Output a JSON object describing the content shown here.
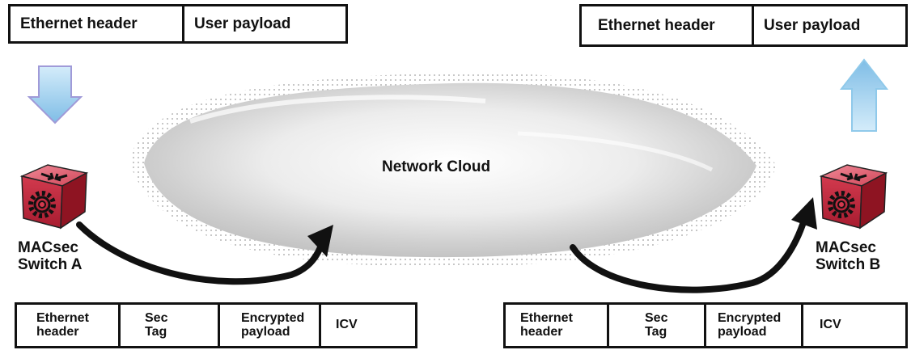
{
  "cloud": {
    "label": "Network Cloud"
  },
  "switch_a": {
    "label_line1": "MACsec",
    "label_line2": "Switch A"
  },
  "switch_b": {
    "label_line1": "MACsec",
    "label_line2": "Switch B"
  },
  "frame_plain_left": {
    "fields": [
      "Ethernet header",
      "User payload"
    ]
  },
  "frame_plain_right": {
    "fields": [
      "Ethernet header",
      "User payload"
    ]
  },
  "frame_secured_left": {
    "fields": [
      {
        "line1": "Ethernet",
        "line2": "header"
      },
      {
        "line1": "Sec",
        "line2": "Tag"
      },
      {
        "line1": "Encrypted",
        "line2": "payload"
      },
      {
        "line1": "ICV",
        "line2": ""
      }
    ]
  },
  "frame_secured_right": {
    "fields": [
      {
        "line1": "Ethernet",
        "line2": "header"
      },
      {
        "line1": "Sec",
        "line2": "Tag"
      },
      {
        "line1": "Encrypted",
        "line2": "payload"
      },
      {
        "line1": "ICV",
        "line2": ""
      }
    ]
  },
  "colors": {
    "switch_red": "#c8283c",
    "switch_dark": "#8e1422",
    "arrow_blue": "#8fc9ea",
    "arrow_blue_edge": "#a09ad8",
    "cloud_gray": "#d6d6d6",
    "ink": "#111111"
  },
  "icons": {
    "switch": "router-gear-cube-icon",
    "down_arrow": "down-arrow-icon",
    "up_arrow": "up-arrow-icon"
  }
}
